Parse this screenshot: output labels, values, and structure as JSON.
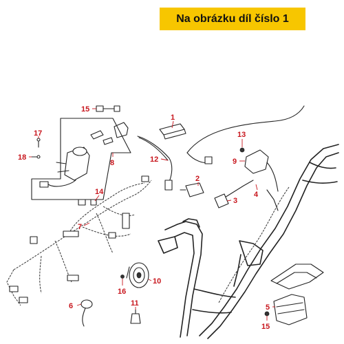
{
  "banner": {
    "text": "Na obrázku díl číslo 1"
  },
  "callouts": [
    "1",
    "2",
    "3",
    "4",
    "5",
    "6",
    "7",
    "8",
    "9",
    "10",
    "11",
    "12",
    "13",
    "14",
    "15",
    "15",
    "16",
    "17",
    "18"
  ],
  "colors": {
    "banner_bg": "#f7c600",
    "callout": "#c8161d",
    "line": "#222222"
  }
}
